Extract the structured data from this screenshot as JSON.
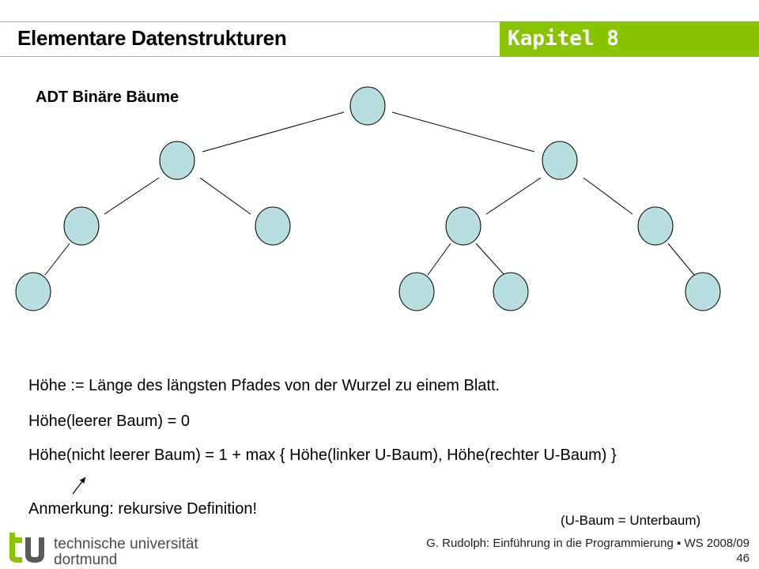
{
  "header": {
    "title": "Elementare Datenstrukturen",
    "chapter": "Kapitel 8",
    "accent_color": "#88c400"
  },
  "section": {
    "heading": "ADT Binäre Bäume"
  },
  "tree_diagram": {
    "node_color": "#b7dfe1",
    "edge_color": "#000000",
    "structure": "root(L(L(L), R), R(L(L, R), R(R)))"
  },
  "body": {
    "lines": [
      "Höhe := Länge des längsten Pfades von der Wurzel zu einem Blatt.",
      "Höhe(leerer Baum) = 0",
      "Höhe(nicht leerer Baum) = 1 + max { Höhe(linker U-Baum), Höhe(rechter U-Baum) }",
      "Anmerkung: rekursive Definition!"
    ],
    "note": "(U-Baum = Unterbaum)"
  },
  "footer": {
    "logo_icon": "tu-logo-icon",
    "university_line1": "technische universität",
    "university_line2": "dortmund",
    "credit": "G. Rudolph: Einführung in die Programmierung ▪ WS 2008/09",
    "page_number": "46"
  }
}
